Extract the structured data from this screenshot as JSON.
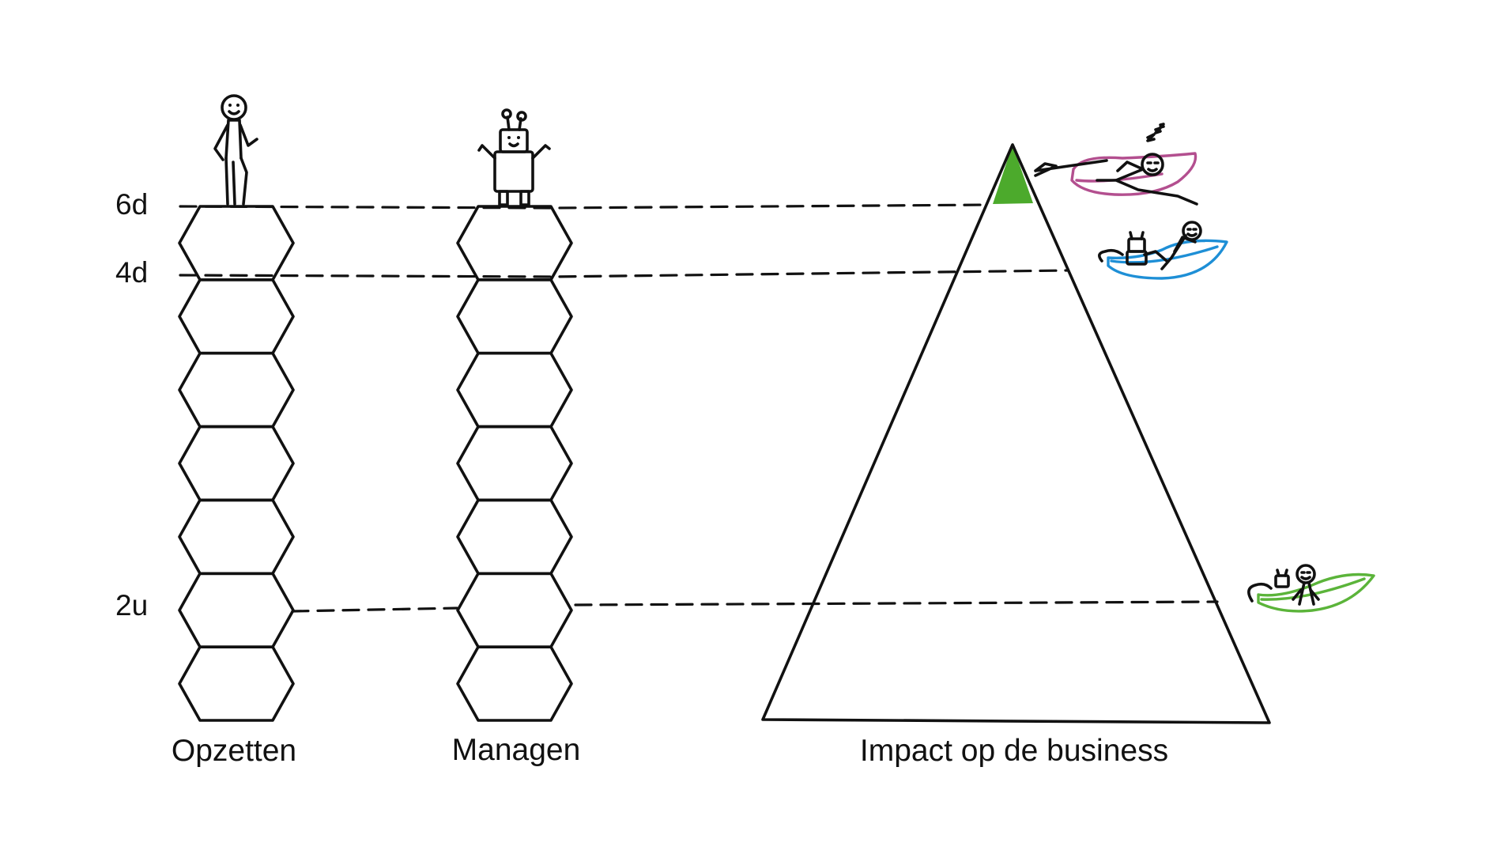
{
  "levels": [
    {
      "label": "6d"
    },
    {
      "label": "4d"
    },
    {
      "label": "2u"
    }
  ],
  "columns": [
    {
      "label": "Opzetten",
      "blocks": 7
    },
    {
      "label": "Managen",
      "blocks": 7
    }
  ],
  "pyramid": {
    "label": "Impact op de business",
    "tip_color": "#4caa2c"
  },
  "boats": [
    {
      "name": "sleeping-person-boat",
      "color": "#b34f8f"
    },
    {
      "name": "person-and-robot-boat",
      "color": "#1e8fd6"
    },
    {
      "name": "person-and-robot-boat",
      "color": "#5bb43a"
    }
  ]
}
